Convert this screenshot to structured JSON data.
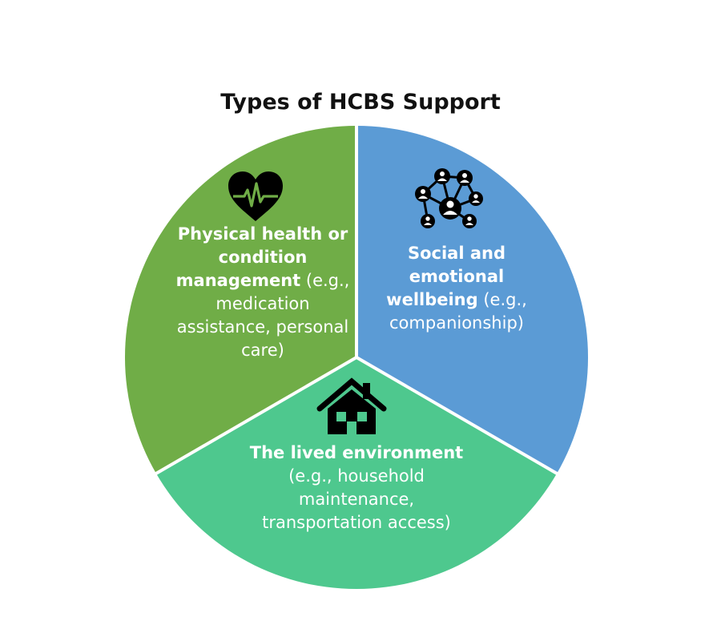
{
  "title": "Types of HCBS Support",
  "colors": {
    "physical": "#70ad47",
    "social": "#5b9bd5",
    "environment": "#4ec88e",
    "divider": "#ffffff",
    "icon": "#000000"
  },
  "segments": {
    "physical": {
      "icon": "heart-pulse-icon",
      "bold": "Physical health or condition management",
      "detail": "(e.g., medication assistance, personal care)"
    },
    "social": {
      "icon": "people-network-icon",
      "bold": "Social and emotional wellbeing",
      "detail": "(e.g., companionship)"
    },
    "environment": {
      "icon": "house-icon",
      "bold": "The lived environment",
      "detail": "(e.g., household maintenance, transportation access)"
    }
  }
}
